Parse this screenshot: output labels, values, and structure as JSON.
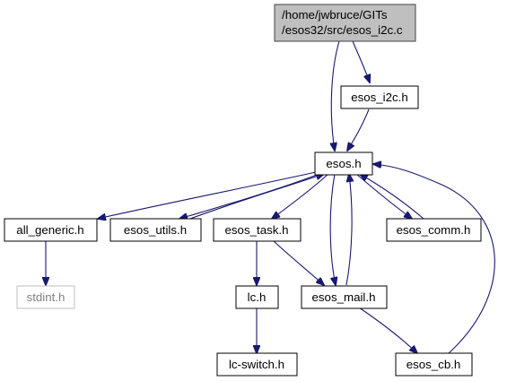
{
  "graph": {
    "root": {
      "id": "root",
      "lines": [
        "/home/jwbruce/GITs",
        "/esos32/src/esos_i2c.c"
      ]
    },
    "nodes": [
      {
        "id": "esos_i2c_h",
        "label": "esos_i2c.h"
      },
      {
        "id": "esos_h",
        "label": "esos.h"
      },
      {
        "id": "all_generic_h",
        "label": "all_generic.h"
      },
      {
        "id": "esos_utils_h",
        "label": "esos_utils.h"
      },
      {
        "id": "esos_task_h",
        "label": "esos_task.h"
      },
      {
        "id": "esos_comm_h",
        "label": "esos_comm.h"
      },
      {
        "id": "stdint_h",
        "label": "stdint.h"
      },
      {
        "id": "lc_h",
        "label": "lc.h"
      },
      {
        "id": "esos_mail_h",
        "label": "esos_mail.h"
      },
      {
        "id": "lc_switch_h",
        "label": "lc-switch.h"
      },
      {
        "id": "esos_cb_h",
        "label": "esos_cb.h"
      }
    ],
    "edges": [
      [
        "root",
        "esos_i2c_h"
      ],
      [
        "root",
        "esos_h"
      ],
      [
        "esos_i2c_h",
        "esos_h"
      ],
      [
        "esos_h",
        "all_generic_h"
      ],
      [
        "esos_h",
        "esos_utils_h"
      ],
      [
        "esos_utils_h",
        "esos_h"
      ],
      [
        "esos_h",
        "esos_task_h"
      ],
      [
        "esos_h",
        "esos_mail_h"
      ],
      [
        "esos_mail_h",
        "esos_h"
      ],
      [
        "esos_h",
        "esos_comm_h"
      ],
      [
        "esos_comm_h",
        "esos_h"
      ],
      [
        "esos_cb_h",
        "esos_h"
      ],
      [
        "all_generic_h",
        "stdint_h"
      ],
      [
        "esos_task_h",
        "lc_h"
      ],
      [
        "esos_task_h",
        "esos_mail_h"
      ],
      [
        "lc_h",
        "lc_switch_h"
      ],
      [
        "esos_mail_h",
        "esos_cb_h"
      ]
    ],
    "colors": {
      "edge": "#191970",
      "node_border": "#000000",
      "root_fill": "#bfbfbf",
      "root_border": "#404040",
      "missing_border": "#bfbfbf",
      "missing_text": "#808080"
    }
  }
}
